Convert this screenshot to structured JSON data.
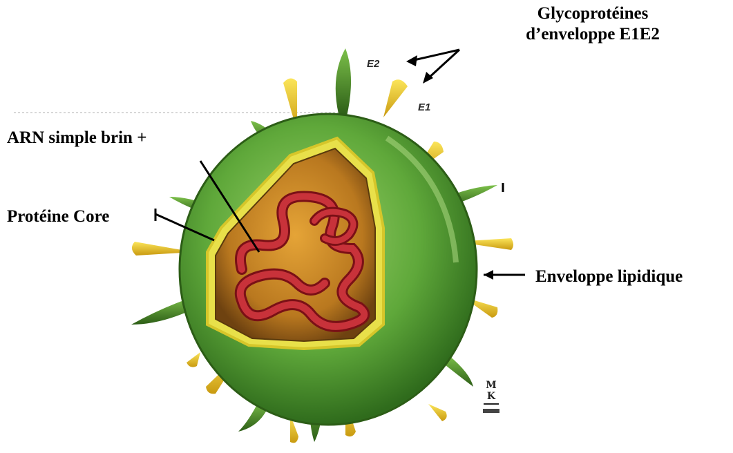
{
  "labels": {
    "glyco_line1": "Glycoprotéines",
    "glyco_line2": "d’enveloppe E1E2",
    "arn": "ARN simple brin +",
    "core": "Protéine Core",
    "envelope": "Enveloppe lipidique",
    "e2": "E2",
    "e1": "E1"
  },
  "colors": {
    "envelope_green": "#5fa83a",
    "envelope_dark": "#3b7a24",
    "membrane_yellow": "#e8e04a",
    "core_brown": "#b9781f",
    "rna_red": "#b0202a",
    "spike_yellow": "#e7c21c",
    "spike_green": "#3d7a22"
  }
}
